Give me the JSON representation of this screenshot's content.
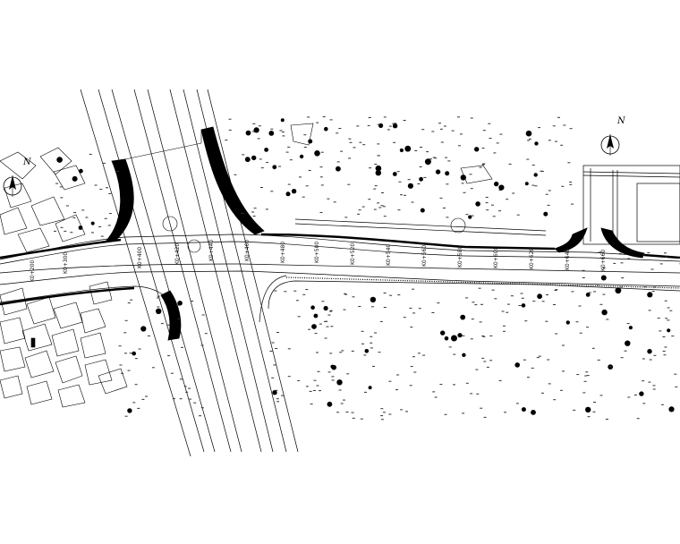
{
  "north_arrows": [
    {
      "label": "N"
    },
    {
      "label": "N"
    }
  ],
  "chainage_labels": [
    "K0+200",
    "K0+300",
    "K0+400",
    "K0+420",
    "K0+440",
    "K0+460",
    "K0+480",
    "K0+500",
    "K0+520",
    "K0+540",
    "K0+560",
    "K0+580",
    "K0+600",
    "K0+620",
    "K0+640",
    "K0+660"
  ],
  "colors": {
    "ink": "#000000",
    "paper": "#ffffff"
  }
}
